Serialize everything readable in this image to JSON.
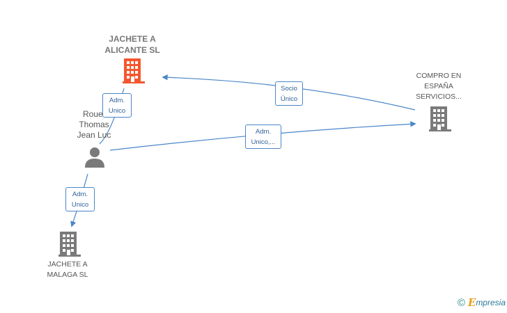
{
  "nodes": {
    "jachete_alicante": {
      "label": "JACHETE A\nALICANTE  SL",
      "color": "#f4572e"
    },
    "compro": {
      "label": "COMPRO EN\nESPAÑA\nSERVICIOS...",
      "color": "#7a7a7a"
    },
    "rouet": {
      "label": "Rouet\nThomas\nJean Luc",
      "color": "#7a7a7a"
    },
    "jachete_malaga": {
      "label": "JACHETE A\nMALAGA  SL",
      "color": "#7a7a7a"
    }
  },
  "edges": {
    "socio_unico": {
      "label": "Socio\nÚnico"
    },
    "adm_unico_alicante": {
      "label": "Adm.\nUnico"
    },
    "adm_unico_compro": {
      "label": "Adm.\nUnico,..."
    },
    "adm_unico_malaga": {
      "label": "Adm.\nUnico"
    }
  },
  "colors": {
    "edge": "#4a86c8"
  },
  "footer": {
    "copyright": "©",
    "brand_initial": "E",
    "brand_rest": "mpresia"
  }
}
